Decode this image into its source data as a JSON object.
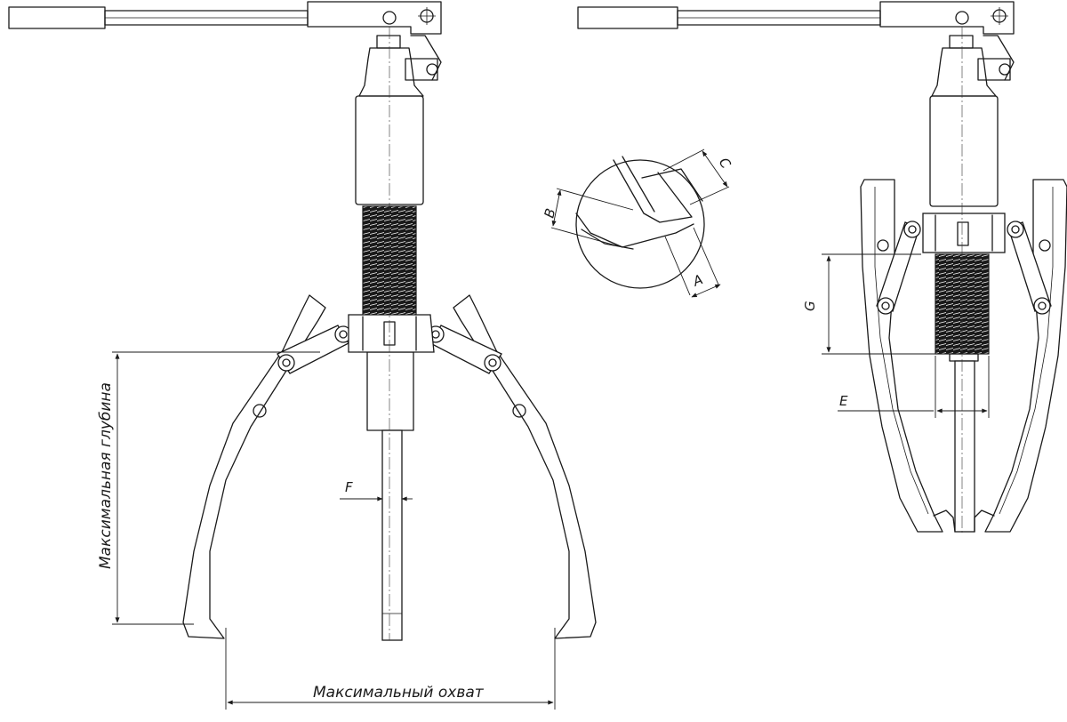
{
  "labels": {
    "max_depth": "Максимальная глубина",
    "max_reach": "Максимальный охват",
    "F": "F",
    "A": "A",
    "B": "B",
    "C": "C",
    "G": "G",
    "E": "E"
  },
  "colors": {
    "line": "#1a1a1a",
    "background": "#ffffff"
  }
}
